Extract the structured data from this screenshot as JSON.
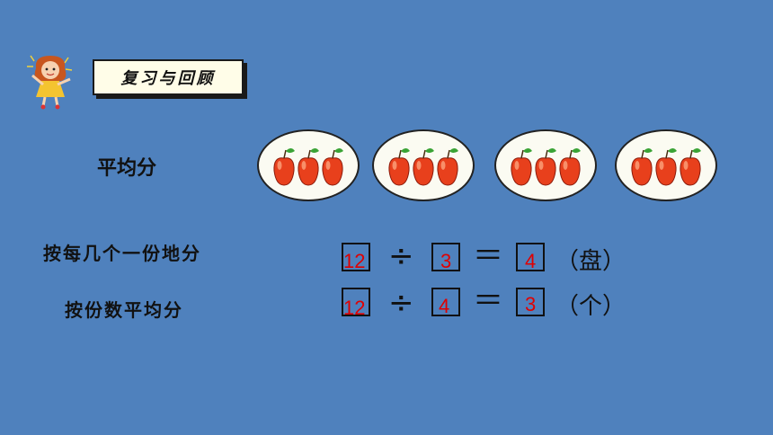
{
  "header": {
    "title": "复习与回顾"
  },
  "concept_label": "平均分",
  "plates": [
    {
      "apples": 3
    },
    {
      "apples": 3
    },
    {
      "apples": 3
    },
    {
      "apples": 3
    }
  ],
  "equations": [
    {
      "method": "按每几个一份地分",
      "dividend": "12",
      "divide_sign": "÷",
      "divisor": "3",
      "equals_sign": "＝",
      "quotient": "4",
      "unit": "（盘）"
    },
    {
      "method": "按份数平均分",
      "dividend": "12",
      "divide_sign": "÷",
      "divisor": "4",
      "equals_sign": "＝",
      "quotient": "3",
      "unit": "（个）"
    }
  ],
  "colors": {
    "background": "#4f81bd",
    "answer": "#e00000",
    "apple": "#e8401c",
    "plate": "#fbfbf2"
  },
  "icons": {
    "mascot": "girl-mascot-icon",
    "apple": "apple-icon"
  }
}
